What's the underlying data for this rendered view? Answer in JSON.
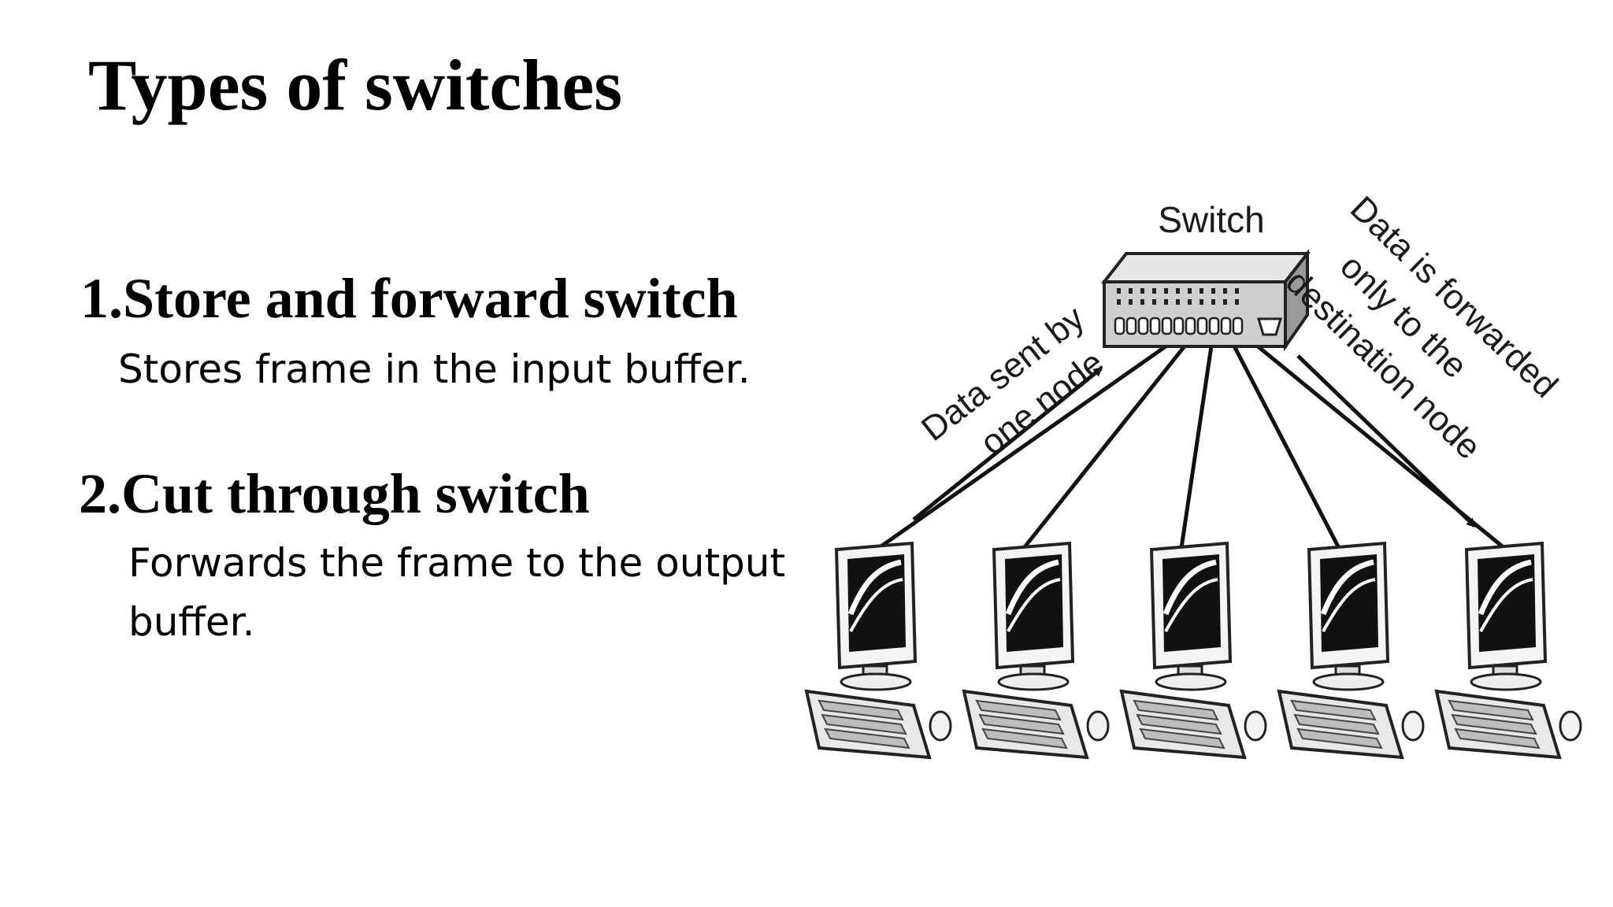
{
  "slide": {
    "title": "Types of switches",
    "items": [
      {
        "heading": "1.Store and forward switch",
        "description": "Stores frame in the input buffer."
      },
      {
        "heading": "2.Cut through switch",
        "description": "Forwards the frame to the output buffer."
      }
    ]
  },
  "diagram": {
    "switch_label": "Switch",
    "sent_label_line1": "Data sent by",
    "sent_label_line2": "one node",
    "forward_label_line1": "Data is forwarded",
    "forward_label_line2": "only to the",
    "forward_label_line3": "destination node",
    "node_count": 5,
    "source_node": 1,
    "destination_node": 5,
    "icons": [
      "network-switch-icon",
      "computer-icon"
    ]
  }
}
